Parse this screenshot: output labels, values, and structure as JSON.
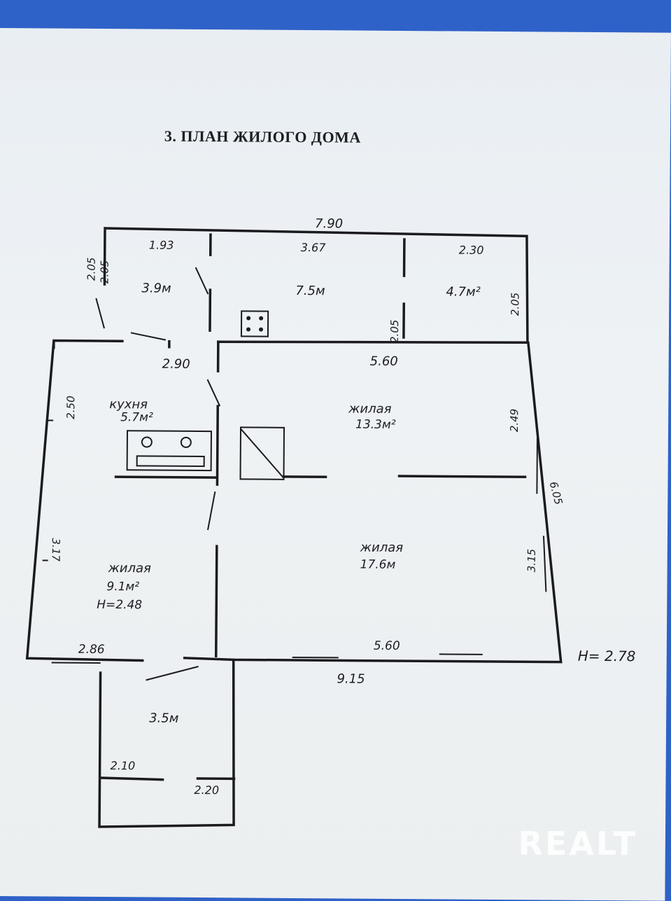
{
  "title": "3. ПЛАН ЖИЛОГО ДОМА",
  "dimensions": {
    "top_total": "7.90",
    "top_a": "1.93",
    "top_b": "3.67",
    "top_c": "2.30",
    "left_upper_1": "2.05",
    "left_upper_2": "2.05",
    "right_upper": "2.05",
    "mid_partition": "2.05",
    "mid_left": "2.90",
    "mid_right": "5.60",
    "left_kitchen": "2.50",
    "right_living": "2.49",
    "right_total": "6.05",
    "right_lower": "3.15",
    "left_lower": "3.17",
    "bottom_left": "2.86",
    "bottom_right": "5.60",
    "bottom_total": "9.15",
    "porch_bottom": "2.10",
    "porch_door": "2.20",
    "height_total": "H= 2.78"
  },
  "rooms": [
    {
      "name": "",
      "area": "3.9м"
    },
    {
      "name": "",
      "area": "7.5м"
    },
    {
      "name": "",
      "area": "4.7м²"
    },
    {
      "name": "кухня",
      "area": "5.7м²"
    },
    {
      "name": "жилая",
      "area": "13.3м²"
    },
    {
      "name": "жилая",
      "area": "9.1м²",
      "height": "H=2.48"
    },
    {
      "name": "жилая",
      "area": "17.6м"
    },
    {
      "name": "",
      "area": "3.5м"
    }
  ],
  "watermark": "REALT"
}
